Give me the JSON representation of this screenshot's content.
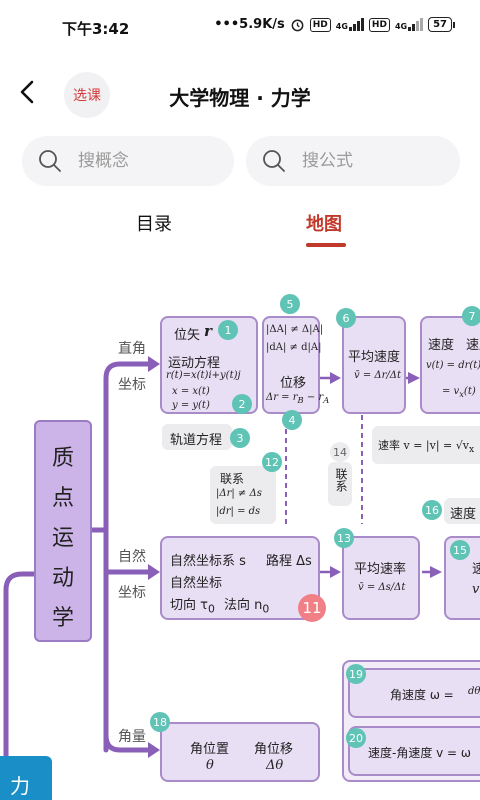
{
  "status_bar": {
    "time": "下午3:42",
    "speed": "•••5.9K/s",
    "hd1": "HD",
    "hd2": "HD",
    "net1": "4G",
    "net2": "4G",
    "battery": "57"
  },
  "header": {
    "back_icon": "chevron-left-icon",
    "course_badge": "选课",
    "title": "大学物理 · 力学"
  },
  "search": {
    "concept_placeholder": "搜概念",
    "formula_placeholder": "搜公式",
    "icon": "search-icon"
  },
  "tabs": [
    {
      "label": "目录",
      "active": false
    },
    {
      "label": "地图",
      "active": true
    }
  ],
  "colors": {
    "accent": "#c0392b",
    "node_fill": "#e8dff4",
    "node_border": "#a98bc9",
    "connector": "#8a5fb8",
    "badge": "#5fc3b5",
    "root_fill": "#cdb4e8"
  },
  "map": {
    "root": [
      "质",
      "点",
      "运",
      "动",
      "学"
    ],
    "branches": {
      "rect": [
        "直角",
        "坐标"
      ],
      "natural": [
        "自然",
        "坐标"
      ],
      "angular": "角量"
    },
    "rect_box": {
      "pos_vec": "位矢",
      "pos_vec_sym": "r",
      "motion_eq": "运动方程",
      "motion_eq_formula": "r(t)=x(t)i+y(t)j",
      "param_x": "x = x(t)",
      "param_y": "y = y(t)"
    },
    "traj": "轨道方程",
    "note5": {
      "l1": "|ΔA| ≠ Δ|A|",
      "l2": "|dA| ≠ d|A|"
    },
    "disp": {
      "label": "位移",
      "formula": "Δr = r",
      "sub_b": "B",
      "minus": " − r",
      "sub_a": "A"
    },
    "avg_vel": {
      "label": "平均速度",
      "formula": "v̄ = Δr/Δt"
    },
    "vel": {
      "l1a": "速度",
      "l1b": "速度",
      "l2": "v(t) = dr(t)/dt",
      "l3": "= v",
      "l3sub": "x",
      "l3tail": "(t)"
    },
    "speed": "速率  v = |v| = √v",
    "speed_sub": "x",
    "link12": {
      "l1": "联系",
      "l2": "|Δr| ≠ Δs",
      "l3": "|dr| = ds"
    },
    "link14": {
      "l1": "联系"
    },
    "natural_box": {
      "l1": "自然坐标系 s",
      "l1b": "路程 Δs",
      "l2": "自然坐标",
      "l3": "切向 τ",
      "l3sub": "0",
      "l3b": "法向 n",
      "l3bsub": "0"
    },
    "avg_speed": {
      "label": "平均速率",
      "formula": "v̄ = Δs/Δt"
    },
    "box16": "速度",
    "box15": {
      "l1": "速",
      "l2": "v"
    },
    "ang_box": {
      "l1a": "角位置",
      "l1b": "角位移",
      "l2a": "θ",
      "l2b": "Δθ"
    },
    "ang_vel": {
      "l1": "角速度  ω =",
      "frac": "dθ/dt"
    },
    "lin_ang": "速度-角速度  v = ω",
    "badges": [
      "1",
      "2",
      "3",
      "4",
      "5",
      "6",
      "7",
      "11",
      "12",
      "13",
      "14",
      "15",
      "16",
      "18",
      "19",
      "20"
    ],
    "corner_tab": "力"
  }
}
